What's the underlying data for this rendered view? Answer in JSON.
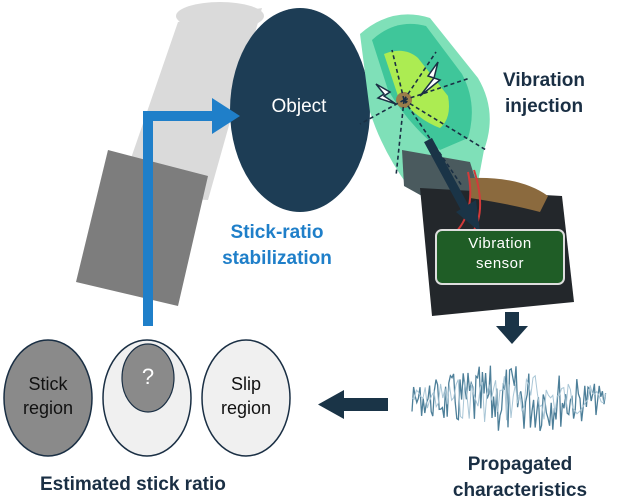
{
  "labels": {
    "object": "Object",
    "vibration_injection": [
      "Vibration",
      "injection"
    ],
    "stick_ratio_stabilization": [
      "Stick-ratio",
      "stabilization"
    ],
    "vibration_sensor": [
      "Vibration",
      "sensor"
    ],
    "stick_region": [
      "Stick",
      "region"
    ],
    "unknown_region": "?",
    "slip_region": [
      "Slip",
      "region"
    ],
    "estimated_stick_ratio": "Estimated stick ratio",
    "propagated_characteristics": [
      "Propagated",
      "characteristics"
    ]
  },
  "colors": {
    "object_fill": "#1d3d55",
    "feedback_arrow": "#1f7fc9",
    "dark_arrow": "#1a3447",
    "sensor_fill": "#1f5d26",
    "stick_fill": "#8a8a8a",
    "slip_fill": "#f0f0f0",
    "waveform": "#4d7f99",
    "gripper_shadow_light": "#d4d4d4",
    "gripper_shadow_dark": "#7b7b7b",
    "finger_green": "#3fc69a"
  },
  "icons": [
    "lightning-icon",
    "lightning-icon",
    "waveform-icon"
  ]
}
